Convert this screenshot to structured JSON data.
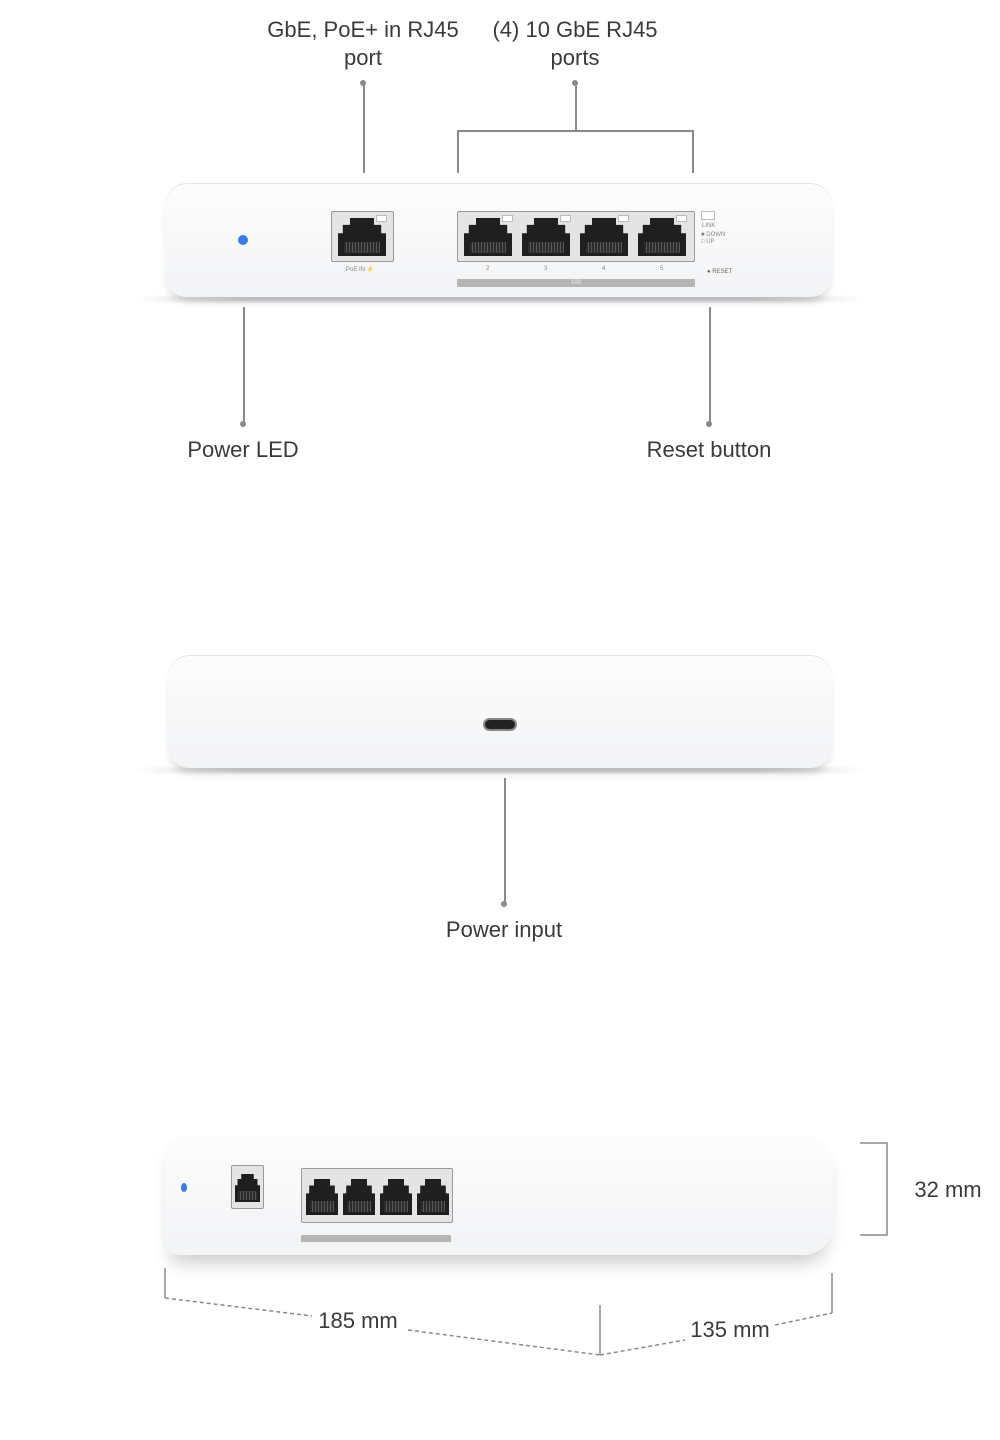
{
  "callouts": {
    "poe_port": [
      "GbE, PoE+ in RJ45",
      "port"
    ],
    "ten_gbe_ports": [
      "(4) 10 GbE RJ45",
      "ports"
    ],
    "power_led": "Power LED",
    "reset_button": "Reset button",
    "power_input": "Power input"
  },
  "device_labels": {
    "poe_in": "PoE IN ⚡",
    "port_numbers": [
      "2",
      "3",
      "4",
      "5"
    ],
    "speed_bar": "100",
    "link": "LINK",
    "down": "■ DOWN",
    "up": "□ UP",
    "reset": "● RESET"
  },
  "dimensions": {
    "height": "32 mm",
    "width": "185 mm",
    "depth": "135 mm"
  },
  "colors": {
    "led": "#3b7be8",
    "line": "#8a8a8a"
  }
}
